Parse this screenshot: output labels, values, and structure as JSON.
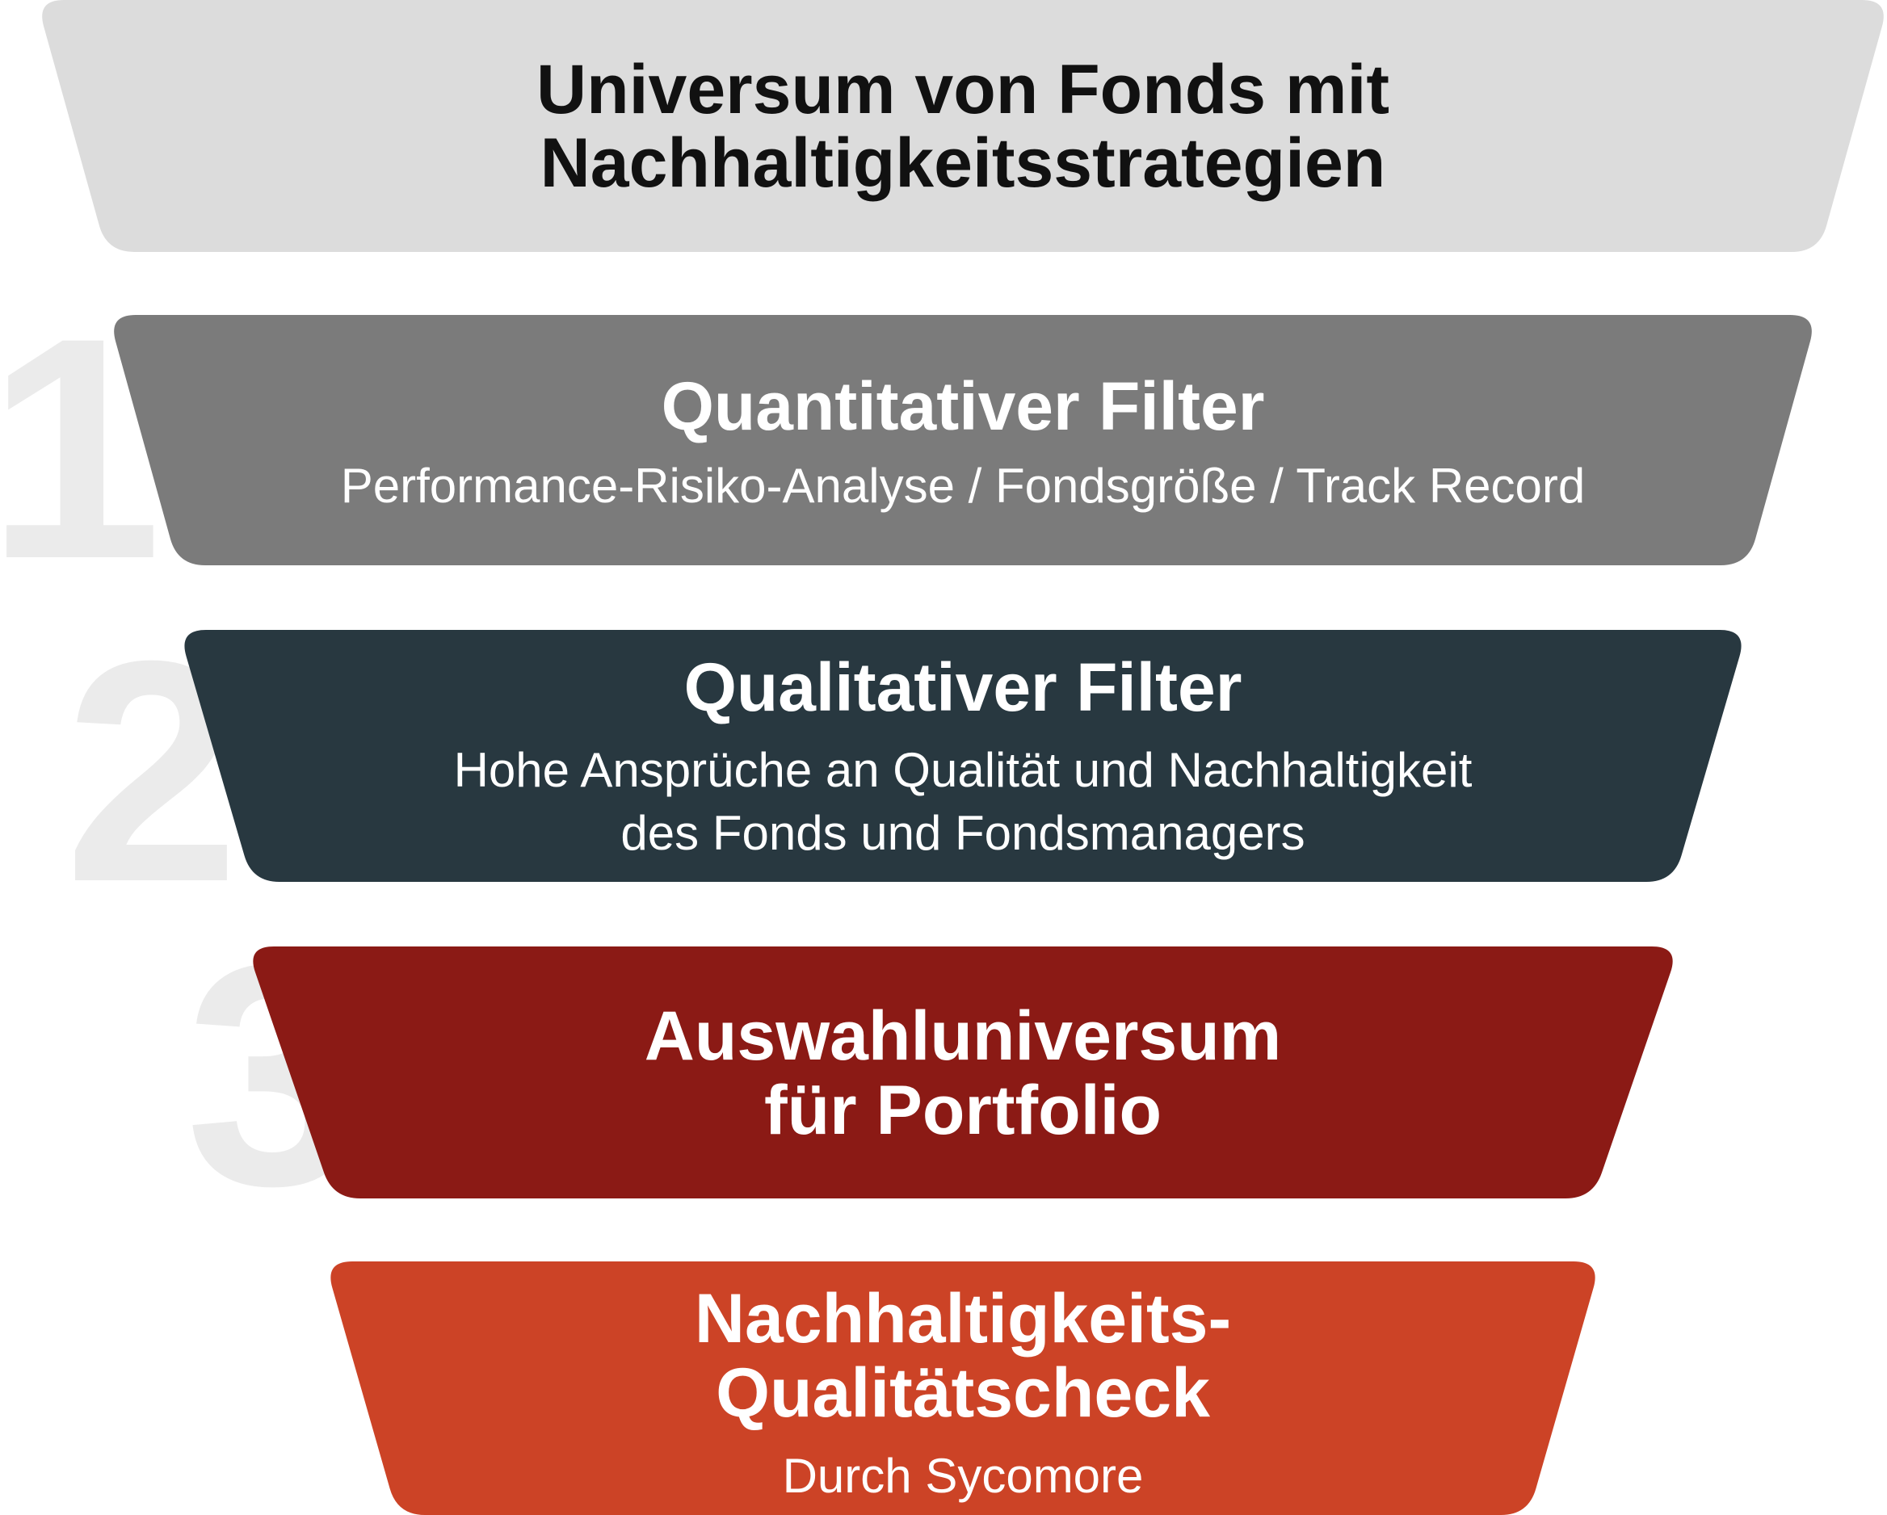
{
  "funnel": {
    "stages": [
      {
        "number": "",
        "title_lines": [
          "Universum von Fonds mit",
          "Nachhaltigkeitsstrategien"
        ],
        "subtitle_lines": [],
        "fill": "#dcdcdc",
        "title_color": "#111111",
        "subtitle_color": "#111111"
      },
      {
        "number": "1",
        "title_lines": [
          "Quantitativer Filter"
        ],
        "subtitle_lines": [
          "Performance-Risiko-Analyse / Fondsgröße / Track Record"
        ],
        "fill": "#7b7b7b",
        "title_color": "#ffffff",
        "subtitle_color": "#ffffff"
      },
      {
        "number": "2",
        "title_lines": [
          "Qualitativer Filter"
        ],
        "subtitle_lines": [
          "Hohe Ansprüche an Qualität und Nachhaltigkeit",
          "des Fonds und Fondsmanagers"
        ],
        "fill": "#283840",
        "title_color": "#ffffff",
        "subtitle_color": "#ffffff"
      },
      {
        "number": "3",
        "title_lines": [
          "Auswahluniversum",
          "für Portfolio"
        ],
        "subtitle_lines": [],
        "fill": "#8b1a15",
        "title_color": "#ffffff",
        "subtitle_color": "#ffffff"
      },
      {
        "number": "",
        "title_lines": [
          "Nachhaltigkeits-",
          "Qualitätscheck"
        ],
        "subtitle_lines": [
          "Durch Sycomore"
        ],
        "fill": "#cc4326",
        "title_color": "#ffffff",
        "subtitle_color": "#ffffff"
      }
    ],
    "number_color": "#ebebeb"
  }
}
